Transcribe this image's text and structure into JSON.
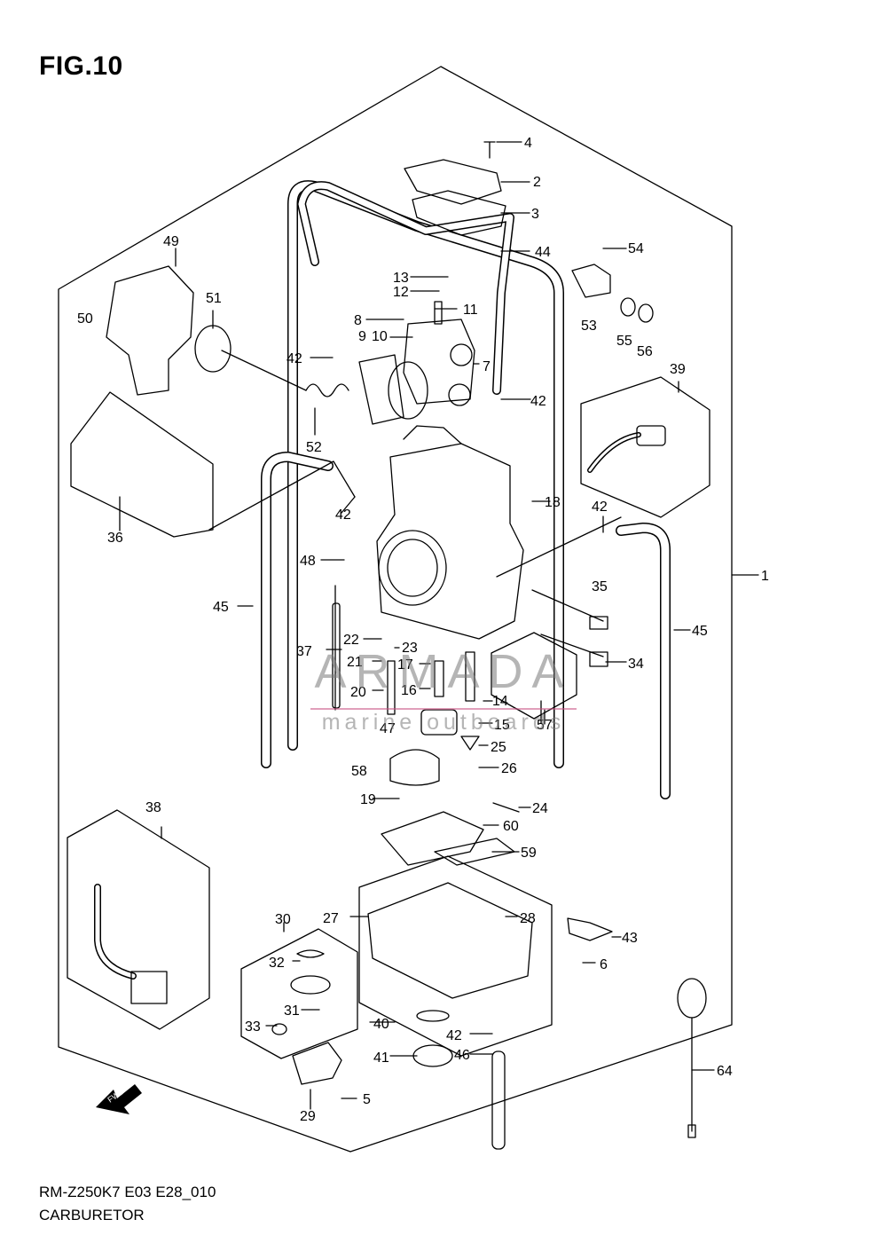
{
  "figure": {
    "title": "FIG.10",
    "model_code": "RM-Z250K7 E03 E28_010",
    "section_name": "CARBURETOR"
  },
  "watermark": {
    "brand": "ARMADA",
    "tagline": "marine outboards"
  },
  "callouts": [
    "1",
    "2",
    "3",
    "4",
    "5",
    "6",
    "7",
    "8",
    "9",
    "10",
    "11",
    "12",
    "13",
    "14",
    "15",
    "16",
    "17",
    "18",
    "19",
    "20",
    "21",
    "22",
    "23",
    "24",
    "25",
    "26",
    "27",
    "28",
    "29",
    "30",
    "31",
    "32",
    "33",
    "34",
    "35",
    "36",
    "37",
    "38",
    "39",
    "40",
    "41",
    "42",
    "43",
    "44",
    "45",
    "46",
    "47",
    "48",
    "49",
    "50",
    "51",
    "52",
    "53",
    "54",
    "55",
    "56",
    "57",
    "58",
    "59",
    "60",
    "64"
  ],
  "icons": {
    "fwd_arrow": "fwd-arrow-icon",
    "fwd_text": "FWD"
  }
}
